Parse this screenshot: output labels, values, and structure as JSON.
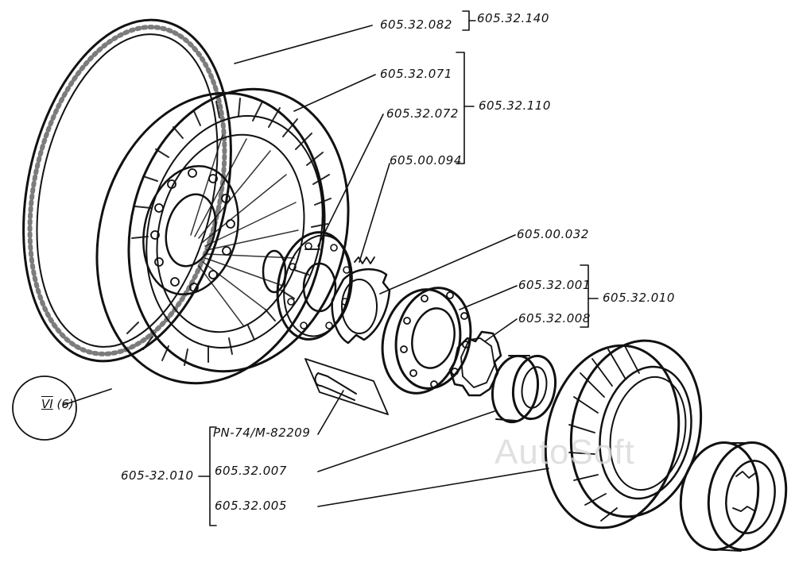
{
  "parts": {
    "gasket": "605.32.082",
    "gasket_assembly": "605.32.140",
    "impeller": "605.32.071",
    "hub": "605.32.072",
    "spring": "605.00.094",
    "impeller_assembly": "605.32.110",
    "lock_plate": "605.00.032",
    "reactor_body": "605.32.001",
    "freewheel_cam": "605.32.008",
    "reactor_assembly": "605.32.010",
    "bolt": "PN-74/M-82209",
    "bearing_assembly_group": "605-32.010",
    "roller_ring": "605.32.007",
    "outer_ring": "605.32.005"
  },
  "view_ref": {
    "numeral": "VI",
    "sheet": "(6)"
  },
  "watermark": "AutoSoft"
}
